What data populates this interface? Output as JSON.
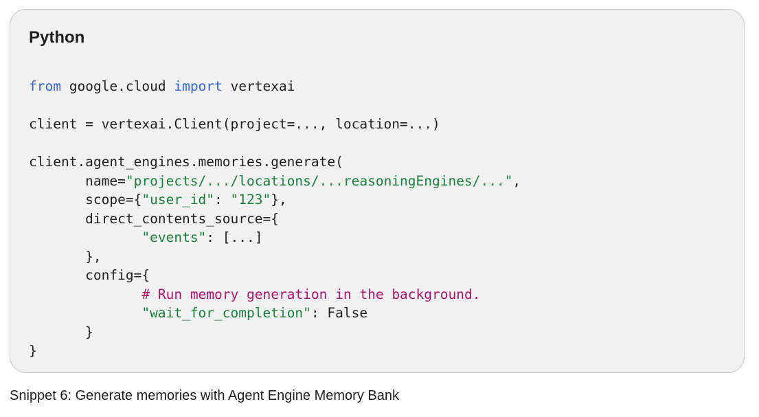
{
  "code_block": {
    "language_label": "Python",
    "lines": [
      [
        {
          "t": "kw",
          "v": "from"
        },
        {
          "t": "plain",
          "v": " google.cloud "
        },
        {
          "t": "kw",
          "v": "import"
        },
        {
          "t": "plain",
          "v": " vertexai"
        }
      ],
      [],
      [
        {
          "t": "plain",
          "v": "client = vertexai.Client(project=..., location=...)"
        }
      ],
      [],
      [
        {
          "t": "plain",
          "v": "client.agent_engines.memories.generate("
        }
      ],
      [
        {
          "t": "plain",
          "v": "       name="
        },
        {
          "t": "str",
          "v": "\"projects/.../locations/...reasoningEngines/...\""
        },
        {
          "t": "plain",
          "v": ","
        }
      ],
      [
        {
          "t": "plain",
          "v": "       scope={"
        },
        {
          "t": "str",
          "v": "\"user_id\""
        },
        {
          "t": "plain",
          "v": ": "
        },
        {
          "t": "str",
          "v": "\"123\""
        },
        {
          "t": "plain",
          "v": "},"
        }
      ],
      [
        {
          "t": "plain",
          "v": "       direct_contents_source={"
        }
      ],
      [
        {
          "t": "plain",
          "v": "              "
        },
        {
          "t": "str",
          "v": "\"events\""
        },
        {
          "t": "plain",
          "v": ": [...]"
        }
      ],
      [
        {
          "t": "plain",
          "v": "       },"
        }
      ],
      [
        {
          "t": "plain",
          "v": "       config={"
        }
      ],
      [
        {
          "t": "plain",
          "v": "              "
        },
        {
          "t": "com",
          "v": "# Run memory generation in the background."
        }
      ],
      [
        {
          "t": "plain",
          "v": "              "
        },
        {
          "t": "str",
          "v": "\"wait_for_completion\""
        },
        {
          "t": "plain",
          "v": ": False"
        }
      ],
      [
        {
          "t": "plain",
          "v": "       }"
        }
      ],
      [
        {
          "t": "plain",
          "v": "}"
        }
      ]
    ]
  },
  "caption": "Snippet 6: Generate memories with Agent Engine Memory Bank",
  "colors": {
    "keyword": "#3367d6",
    "string": "#188038",
    "comment": "#b0136e",
    "text": "#1f1f1f",
    "card_background": "#f1f1f1"
  }
}
